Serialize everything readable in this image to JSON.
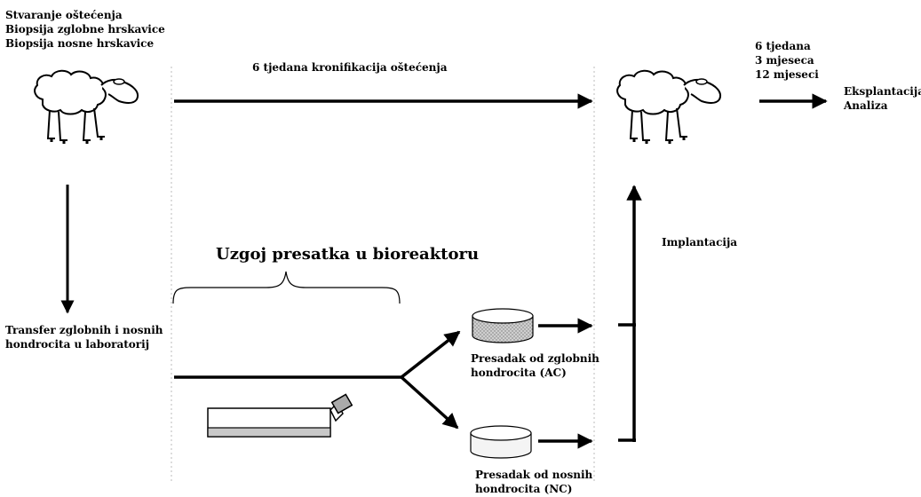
{
  "top_left_labels": [
    "Stvaranje oštećenja",
    "Biopsija zglobne hrskavice",
    "Biopsija nosne hrskavice"
  ],
  "top_arrow_label": "6 tjedana kronifikacija oštećenja",
  "timepoints": [
    "6 tjedana",
    "3 mjeseca",
    "12 mjeseci"
  ],
  "end_labels": [
    "Eksplantacija",
    "Analiza"
  ],
  "bioreactor_title": "Uzgoj presatka u bioreaktoru",
  "transfer_labels": [
    "Transfer zglobnih i nosnih",
    "hondrocita u laboratorij"
  ],
  "implant_label": "Implantacija",
  "graft_ac_labels": [
    "Presadak od zglobnih",
    "hondrocita (AC)"
  ],
  "graft_nc_labels": [
    "Presadak od nosnih",
    "hondrocita (NC)"
  ],
  "icons": {
    "sheep": "sheep-icon",
    "flask": "culture-flask-icon",
    "disc": "graft-disc-icon"
  }
}
